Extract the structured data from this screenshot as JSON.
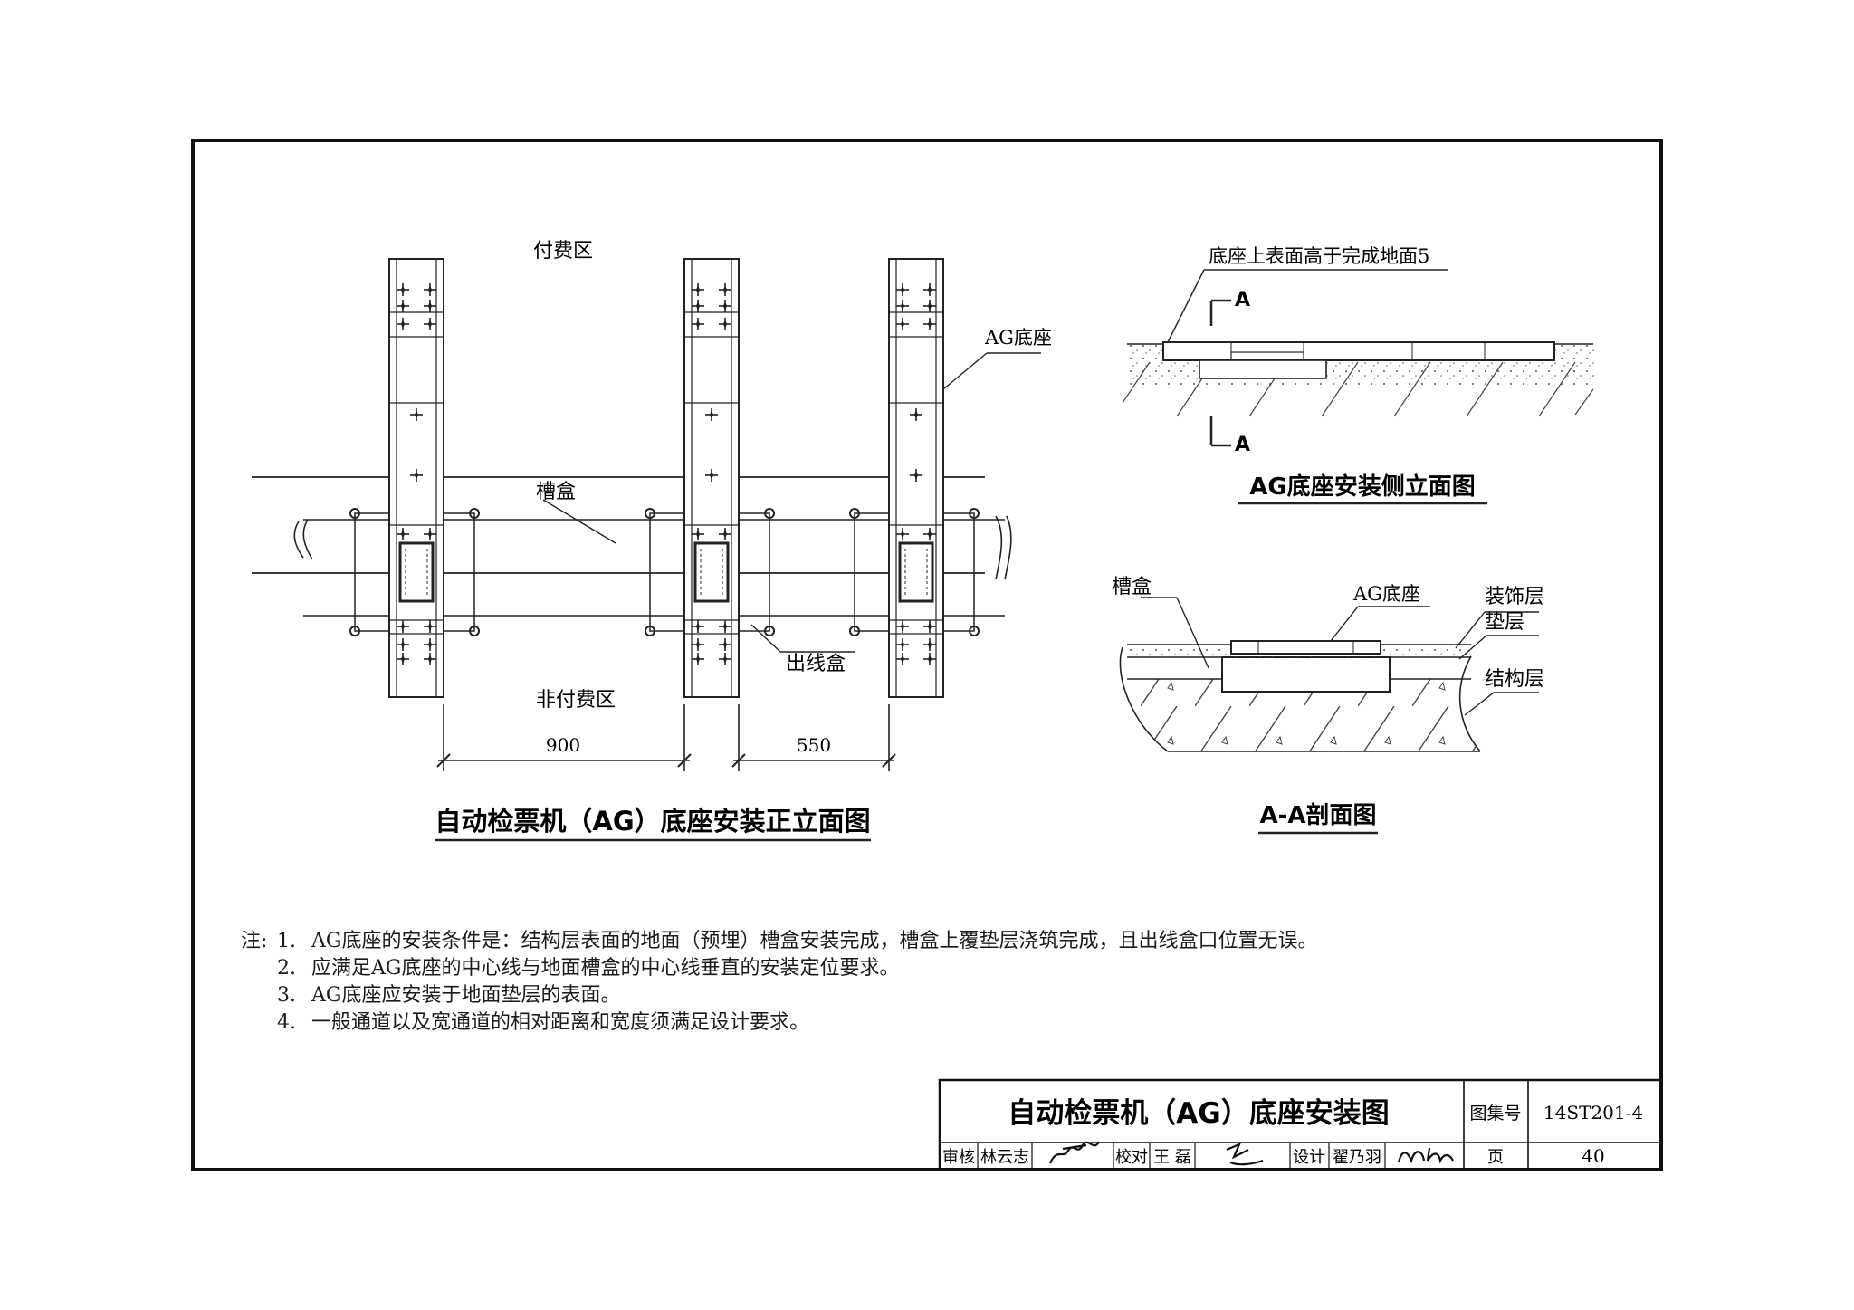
{
  "front_view": {
    "zone_paid": "付费区",
    "zone_unpaid": "非付费区",
    "label_base": "AG底座",
    "label_trough": "槽盒",
    "label_outlet": "出线盒",
    "dim_wide": "900",
    "dim_narrow": "550",
    "title": "自动检票机（AG）底座安装正立面图"
  },
  "side_view": {
    "note": "底座上表面高于完成地面5",
    "section_mark_top": "A",
    "section_mark_bottom": "A",
    "title": "AG底座安装侧立面图"
  },
  "section_view": {
    "label_trough": "槽盒",
    "label_base": "AG底座",
    "label_finish": "装饰层",
    "label_cushion": "垫层",
    "label_structure": "结构层",
    "title": "A-A剖面图"
  },
  "notes": {
    "prefix": "注:",
    "items": [
      {
        "num": "1.",
        "text": "AG底座的安装条件是：结构层表面的地面（预埋）槽盒安装完成，槽盒上覆垫层浇筑完成，且出线盒口位置无误。"
      },
      {
        "num": "2.",
        "text": "应满足AG底座的中心线与地面槽盒的中心线垂直的安装定位要求。"
      },
      {
        "num": "3.",
        "text": "AG底座应安装于地面垫层的表面。"
      },
      {
        "num": "4.",
        "text": "一般通道以及宽通道的相对距离和宽度须满足设计要求。"
      }
    ]
  },
  "title_block": {
    "title": "自动检票机（AG）底座安装图",
    "atlas_label": "图集号",
    "atlas_no": "14ST201-4",
    "review_label": "审核",
    "reviewer": "林云志",
    "check_label": "校对",
    "checker": "王 磊",
    "design_label": "设计",
    "designer": "翟乃羽",
    "page_label": "页",
    "page_no": "40"
  }
}
